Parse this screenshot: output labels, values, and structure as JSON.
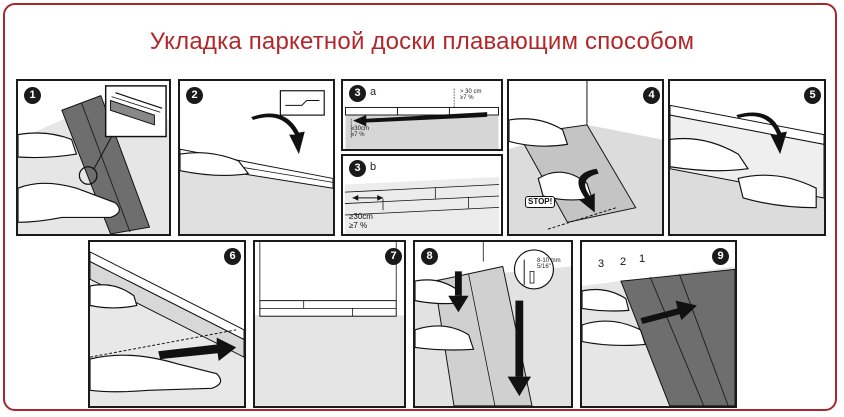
{
  "title": "Укладка паркетной доски плавающим способом",
  "steps": [
    {
      "number": "1"
    },
    {
      "number": "2"
    },
    {
      "number": "3",
      "sub": "a",
      "dim_top": "> 30 cm\n≥7 %",
      "dim_bottom": "≥30cm\n≥7 %"
    },
    {
      "number": "3",
      "sub": "b",
      "dim": "≥30cm\n≥7 %"
    },
    {
      "number": "4",
      "stop_label": "STOP!"
    },
    {
      "number": "5"
    },
    {
      "number": "6"
    },
    {
      "number": "7"
    },
    {
      "number": "8",
      "gap_label": "8-10 mm\n5/16\""
    },
    {
      "number": "9",
      "columns": [
        "3",
        "2",
        "1"
      ]
    }
  ],
  "colors": {
    "frame": "#a4282d",
    "title": "#b3262a",
    "ink": "#1a1a1a",
    "floor": "#d6d6d6",
    "board": "#6e6e6e"
  }
}
